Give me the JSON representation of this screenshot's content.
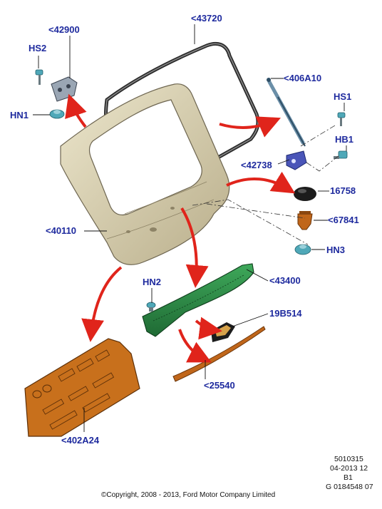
{
  "labels": {
    "seal": "<43720",
    "hinge": "<42900",
    "hs2": "HS2",
    "hn1": "HN1",
    "strut": "<406A10",
    "hs1": "HS1",
    "hb1": "HB1",
    "strut_bracket": "<42738",
    "bumper_stop": "16758",
    "clip": "<67841",
    "hn3": "HN3",
    "tailgate": "<40110",
    "moulding": "<43400",
    "hn2": "HN2",
    "switch": "19B514",
    "trim_strip": "<25540",
    "trim_panel": "<402A24"
  },
  "info": {
    "line1": "5010315",
    "line2": "04-2013 12",
    "line3": "B1",
    "line4": "G 0184548 07"
  },
  "copyright": "©Copyright, 2008 - 2013, Ford Motor Company Limited",
  "colors": {
    "label": "#1e2a9e",
    "arrow": "#e0241b",
    "tailgate": "#d8cfb0",
    "moulding": "#2e8a45",
    "trim_panel": "#c8701c",
    "fastener": "#4fa8b8"
  }
}
